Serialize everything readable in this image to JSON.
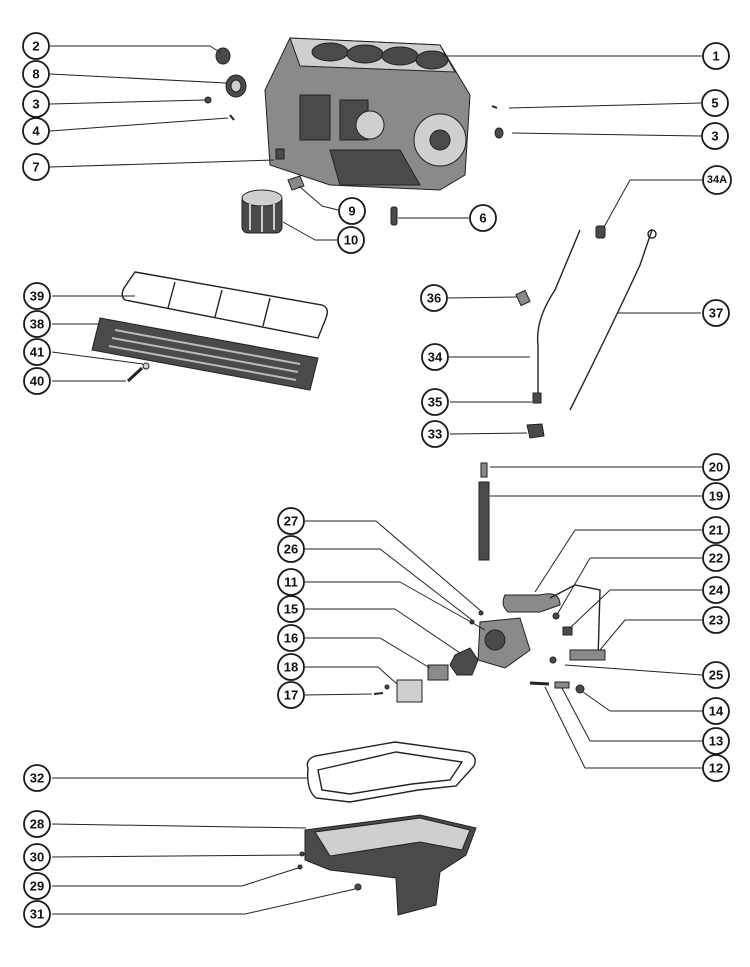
{
  "callouts": [
    {
      "id": "c1",
      "label": "1"
    },
    {
      "id": "c2",
      "label": "2"
    },
    {
      "id": "c8",
      "label": "8"
    },
    {
      "id": "c3a",
      "label": "3"
    },
    {
      "id": "c4",
      "label": "4"
    },
    {
      "id": "c7",
      "label": "7"
    },
    {
      "id": "c5",
      "label": "5"
    },
    {
      "id": "c3b",
      "label": "3"
    },
    {
      "id": "c34a",
      "label": "34A"
    },
    {
      "id": "c9",
      "label": "9"
    },
    {
      "id": "c10",
      "label": "10"
    },
    {
      "id": "c6",
      "label": "6"
    },
    {
      "id": "c39",
      "label": "39"
    },
    {
      "id": "c38",
      "label": "38"
    },
    {
      "id": "c41",
      "label": "41"
    },
    {
      "id": "c40",
      "label": "40"
    },
    {
      "id": "c36",
      "label": "36"
    },
    {
      "id": "c37",
      "label": "37"
    },
    {
      "id": "c34",
      "label": "34"
    },
    {
      "id": "c35",
      "label": "35"
    },
    {
      "id": "c33",
      "label": "33"
    },
    {
      "id": "c20",
      "label": "20"
    },
    {
      "id": "c19",
      "label": "19"
    },
    {
      "id": "c27",
      "label": "27"
    },
    {
      "id": "c21",
      "label": "21"
    },
    {
      "id": "c26",
      "label": "26"
    },
    {
      "id": "c22",
      "label": "22"
    },
    {
      "id": "c11",
      "label": "11"
    },
    {
      "id": "c24",
      "label": "24"
    },
    {
      "id": "c15",
      "label": "15"
    },
    {
      "id": "c23",
      "label": "23"
    },
    {
      "id": "c16",
      "label": "16"
    },
    {
      "id": "c18",
      "label": "18"
    },
    {
      "id": "c25",
      "label": "25"
    },
    {
      "id": "c17",
      "label": "17"
    },
    {
      "id": "c14",
      "label": "14"
    },
    {
      "id": "c13",
      "label": "13"
    },
    {
      "id": "c12",
      "label": "12"
    },
    {
      "id": "c32",
      "label": "32"
    },
    {
      "id": "c28",
      "label": "28"
    },
    {
      "id": "c30",
      "label": "30"
    },
    {
      "id": "c29",
      "label": "29"
    },
    {
      "id": "c31",
      "label": "31"
    }
  ],
  "colors": {
    "ink": "#1a1a1a",
    "paper": "#ffffff",
    "part_dark": "#4a4a4a",
    "part_mid": "#8a8a8a"
  }
}
